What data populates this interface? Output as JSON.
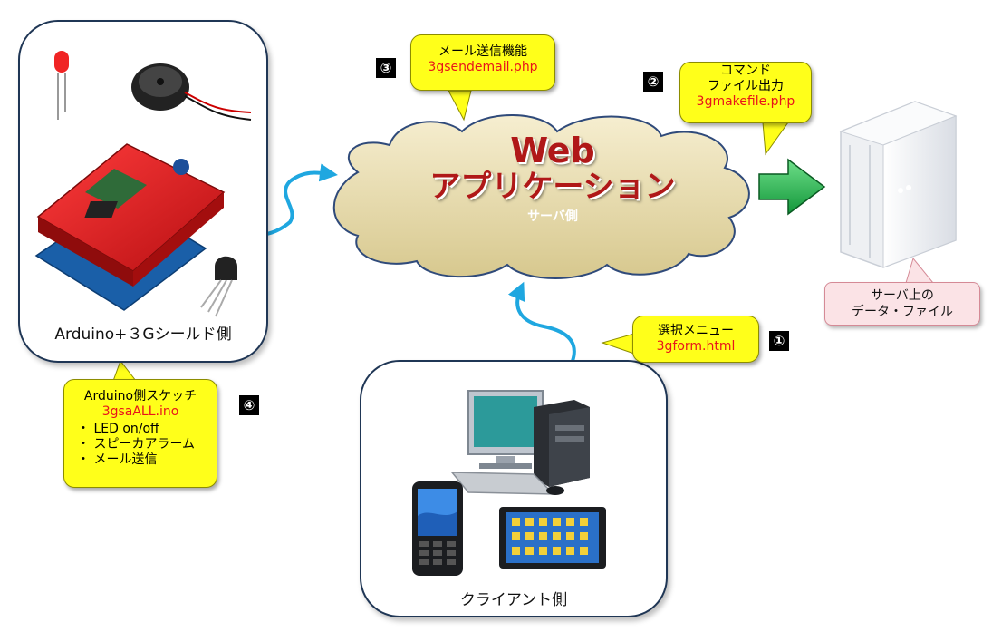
{
  "web_app": {
    "title": "Web",
    "subtitle": "アプリケーション",
    "side": "サーバ側"
  },
  "arduino_panel": {
    "label": "Arduino+３Gシールド側"
  },
  "client_panel": {
    "label": "クライアント側"
  },
  "server": {
    "caption_line1": "サーバ上の",
    "caption_line2": "データ・ファイル"
  },
  "callouts": {
    "mail": {
      "number": "③",
      "line1": "メール送信機能",
      "file": "3gsendemail.php"
    },
    "command": {
      "number": "②",
      "line1": "コマンド",
      "line2": "ファイル出力",
      "file": "3gmakefile.php"
    },
    "menu": {
      "number": "①",
      "line1": "選択メニュー",
      "file": "3gform.html"
    },
    "sketch": {
      "number": "④",
      "line1": "Arduino側スケッチ",
      "file": "3gsaALL.ino",
      "items": [
        "・ LED on/off",
        "・ スピーカアラーム",
        "・ メール送信"
      ]
    }
  },
  "colors": {
    "panel_border": "#1f3655",
    "callout_fill": "#ffff1a",
    "file_text": "#e8141a",
    "connector_arrow": "#1fa7e0",
    "output_arrow": "#22b24c",
    "cloud_fill": "#e8dcaa",
    "web_title": "#b01818"
  }
}
